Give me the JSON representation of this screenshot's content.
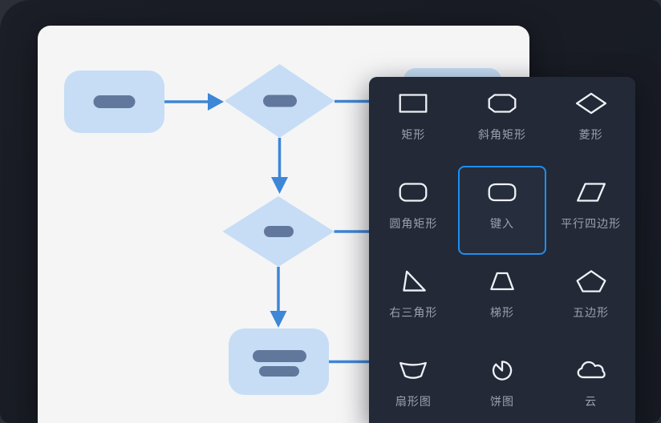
{
  "colors": {
    "background": "#1a1d26",
    "canvas_bg": "#f5f5f6",
    "panel_bg": "#232936",
    "node_fill": "#c6ddf5",
    "node_text_bar": "#61779c",
    "connector": "#3e86d6",
    "accent": "#1f8ff2",
    "label_text": "#99a1b1",
    "icon_stroke": "#eef1f6"
  },
  "flowchart": {
    "nodes": [
      {
        "id": "node-start",
        "shape": "rounded-rectangle",
        "text_bars": 1
      },
      {
        "id": "node-decision-1",
        "shape": "diamond",
        "text_bars": 1
      },
      {
        "id": "node-decision-2",
        "shape": "diamond",
        "text_bars": 1
      },
      {
        "id": "node-process",
        "shape": "rounded-rectangle",
        "text_bars": 2
      },
      {
        "id": "node-hidden",
        "shape": "rounded-rectangle",
        "text_bars": 0,
        "note": "partially covered by shape panel"
      }
    ],
    "connectors": [
      {
        "from": "node-start",
        "to": "node-decision-1",
        "direction": "right",
        "arrowhead": true
      },
      {
        "from": "node-decision-1",
        "to": "node-decision-2",
        "direction": "down",
        "arrowhead": true
      },
      {
        "from": "node-decision-2",
        "to": "node-process",
        "direction": "down",
        "arrowhead": true
      },
      {
        "from": "node-decision-1",
        "to": "offscreen-right",
        "direction": "right",
        "arrowhead": false
      },
      {
        "from": "node-decision-2",
        "to": "offscreen-right",
        "direction": "right",
        "arrowhead": false
      },
      {
        "from": "node-process",
        "to": "offscreen-right",
        "direction": "right",
        "arrowhead": false
      }
    ]
  },
  "shape_panel": {
    "columns": 3,
    "items": [
      {
        "label": "矩形",
        "icon": "rectangle-icon",
        "selected": false
      },
      {
        "label": "斜角矩形",
        "icon": "beveled-rectangle-icon",
        "selected": false
      },
      {
        "label": "菱形",
        "icon": "diamond-icon",
        "selected": false
      },
      {
        "label": "圆角矩形",
        "icon": "rounded-rectangle-icon",
        "selected": false
      },
      {
        "label": "键入",
        "icon": "manual-input-icon",
        "selected": true
      },
      {
        "label": "平行四边形",
        "icon": "parallelogram-icon",
        "selected": false
      },
      {
        "label": "右三角形",
        "icon": "right-triangle-icon",
        "selected": false
      },
      {
        "label": "梯形",
        "icon": "trapezoid-icon",
        "selected": false
      },
      {
        "label": "五边形",
        "icon": "pentagon-icon",
        "selected": false
      },
      {
        "label": "扇形图",
        "icon": "fan-chart-icon",
        "selected": false
      },
      {
        "label": "饼图",
        "icon": "pie-chart-icon",
        "selected": false
      },
      {
        "label": "云",
        "icon": "cloud-icon",
        "selected": false
      }
    ]
  }
}
